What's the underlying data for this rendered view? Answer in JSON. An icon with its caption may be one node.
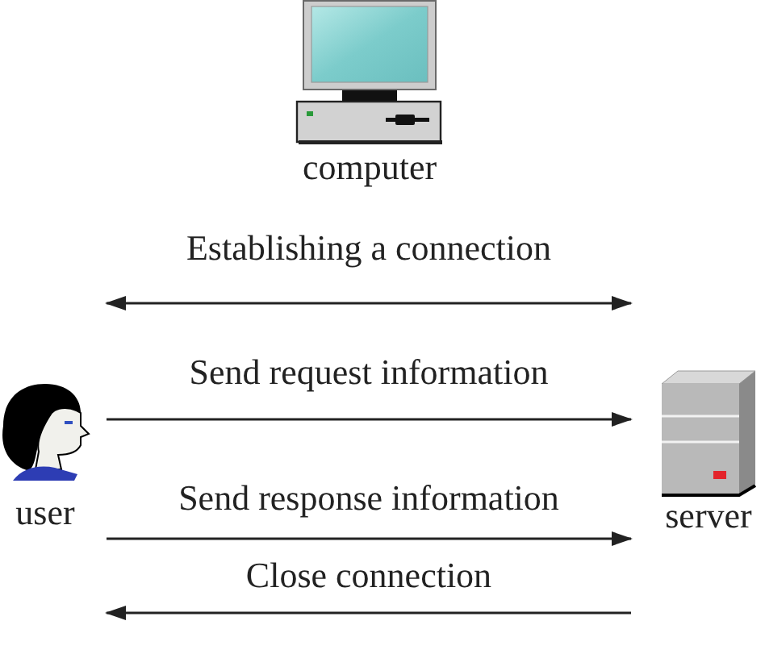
{
  "diagram": {
    "nodes": [
      {
        "text": [
          "computer"
        ]
      },
      {
        "text": [
          "user"
        ]
      },
      {
        "text": [
          "server"
        ]
      }
    ],
    "edges": [
      {
        "from": 1,
        "to": 2,
        "arrow": "both",
        "label": "Establishing a connection"
      },
      {
        "from": 1,
        "to": 2,
        "arrow": "to",
        "label": "Send request information"
      },
      {
        "from": 1,
        "to": 2,
        "arrow": "to",
        "label": "Send response information"
      },
      {
        "from": 2,
        "to": 1,
        "arrow": "to",
        "label": "Close connection"
      }
    ]
  }
}
